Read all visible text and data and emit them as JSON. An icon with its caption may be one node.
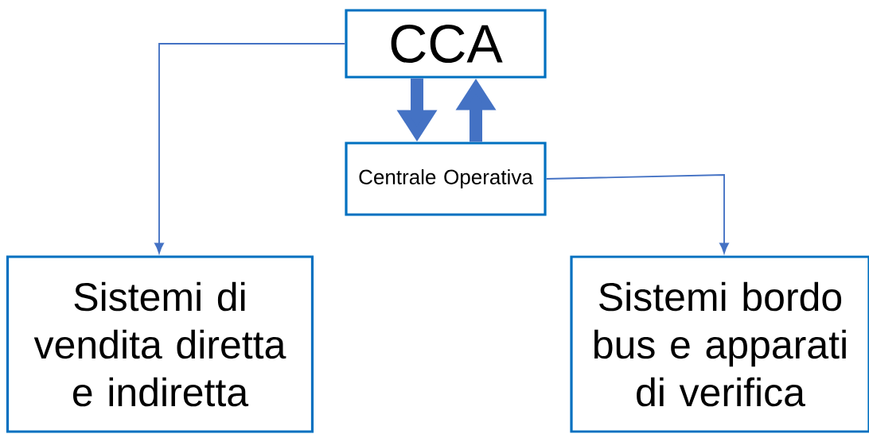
{
  "diagram": {
    "nodes": [
      {
        "text": [
          "CCA"
        ]
      },
      {
        "text": [
          "Centrale Operativa"
        ]
      },
      {
        "text": [
          "Sistemi di vendita diretta e indiretta"
        ]
      },
      {
        "text": [
          "Sistemi bordo bus e apparati di verifica"
        ]
      }
    ],
    "edges": [
      {
        "from": 0,
        "to": 1,
        "arrow": "to",
        "style": "thick"
      },
      {
        "from": 1,
        "to": 0,
        "arrow": "to",
        "style": "thick"
      },
      {
        "from": 0,
        "to": 2,
        "arrow": "to"
      },
      {
        "from": 1,
        "to": 3,
        "arrow": "to"
      }
    ]
  }
}
